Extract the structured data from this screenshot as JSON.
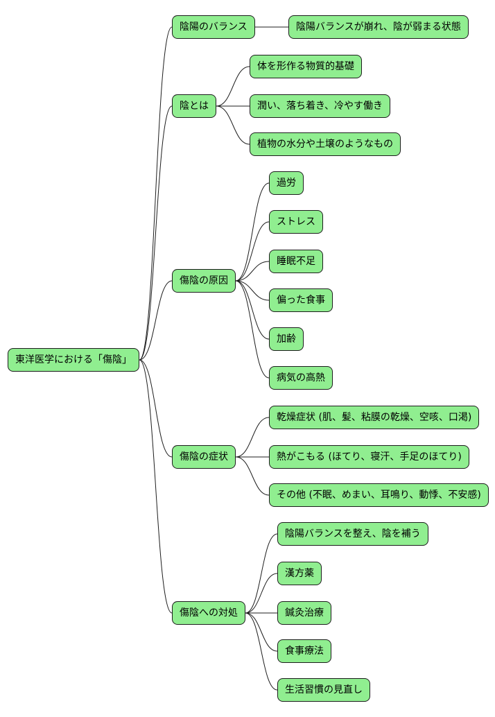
{
  "diagram": {
    "root": "東洋医学における「傷陰」",
    "branches": [
      {
        "id": "balance",
        "label": "陰陽のバランス",
        "children": [
          "陰陽バランスが崩れ、陰が弱まる状態"
        ]
      },
      {
        "id": "yin",
        "label": "陰とは",
        "children": [
          "体を形作る物質的基礎",
          "潤い、落ち着き、冷やす働き",
          "植物の水分や土壌のようなもの"
        ]
      },
      {
        "id": "causes",
        "label": "傷陰の原因",
        "children": [
          "過労",
          "ストレス",
          "睡眠不足",
          "偏った食事",
          "加齢",
          "病気の高熱"
        ]
      },
      {
        "id": "symptoms",
        "label": "傷陰の症状",
        "children": [
          "乾燥症状 (肌、髪、粘膜の乾燥、空咳、口渇)",
          "熱がこもる (ほてり、寝汗、手足のほてり)",
          "その他 (不眠、めまい、耳鳴り、動悸、不安感)"
        ]
      },
      {
        "id": "treatment",
        "label": "傷陰への対処",
        "children": [
          "陰陽バランスを整え、陰を補う",
          "漢方薬",
          "鍼灸治療",
          "食事療法",
          "生活習慣の見直し"
        ]
      }
    ]
  }
}
